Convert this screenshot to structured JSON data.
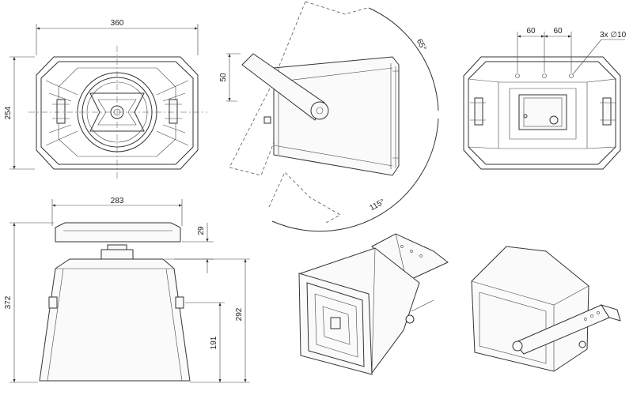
{
  "dimensions": {
    "front_width": "360",
    "front_height": "254",
    "bracket_height": "50",
    "angle_up": "65°",
    "angle_down": "115°",
    "hole_spacing_1": "60",
    "hole_spacing_2": "60",
    "holes": "3x ∅10",
    "bottom_width": "283",
    "total_height": "372",
    "top_offset": "29",
    "pivot_height": "292",
    "mount_height": "191"
  }
}
